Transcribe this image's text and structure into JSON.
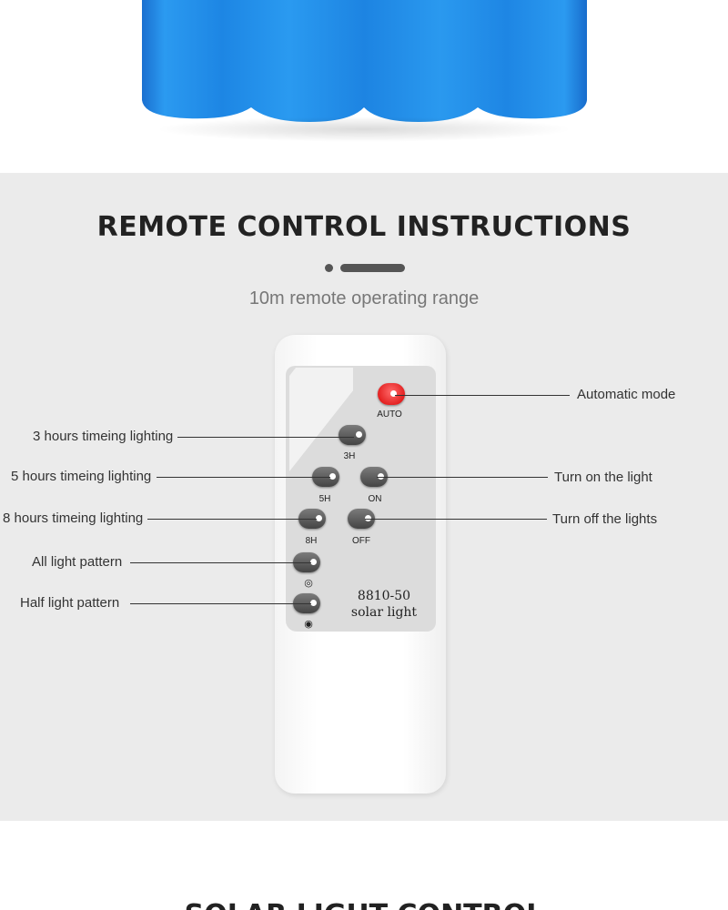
{
  "section_title": "REMOTE CONTROL INSTRUCTIONS",
  "subtitle": "10m remote operating range",
  "next_section_title": "SOLAR LIGHT CONTROL",
  "colors": {
    "battery_blue": "#1e8ee6",
    "auto_button": "#e01818",
    "section_bg": "#ebebeb",
    "panel": "#dcdcdc"
  },
  "remote": {
    "model": "8810-50",
    "product": "solar light",
    "buttons": {
      "auto": "AUTO",
      "h3": "3H",
      "h5": "5H",
      "on": "ON",
      "h8": "8H",
      "off": "OFF",
      "all_icon": "◎",
      "half_icon": "◉"
    }
  },
  "callouts": {
    "automatic_mode": "Automatic mode",
    "three_hours": "3 hours timeing lighting",
    "five_hours": "5 hours timeing lighting",
    "eight_hours": "8 hours timeing lighting",
    "turn_on": "Turn on the light",
    "turn_off": "Turn off the lights",
    "all_light": "All light pattern",
    "half_light": "Half light pattern"
  }
}
